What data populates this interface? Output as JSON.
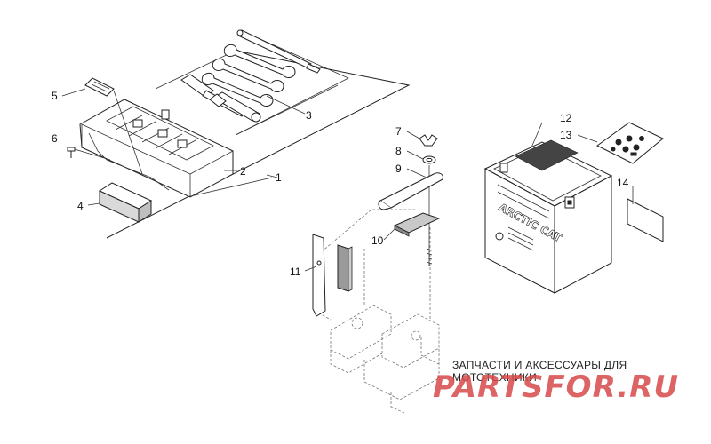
{
  "callouts": {
    "c1": "1",
    "c2": "2",
    "c3": "3",
    "c4": "4",
    "c5": "5",
    "c6": "6",
    "c7": "7",
    "c8": "8",
    "c9": "9",
    "c10": "10",
    "c11": "11",
    "c12": "12",
    "c13": "13",
    "c14": "14"
  },
  "battery": {
    "brand": "ARCTIC CAT"
  },
  "watermark": {
    "tagline": "ЗАПЧАСТИ И АКСЕССУАРЫ ДЛЯ МОТОТЕХНИКИ",
    "brand": "PARTSFOR.RU",
    "color": "#d84a4a"
  }
}
